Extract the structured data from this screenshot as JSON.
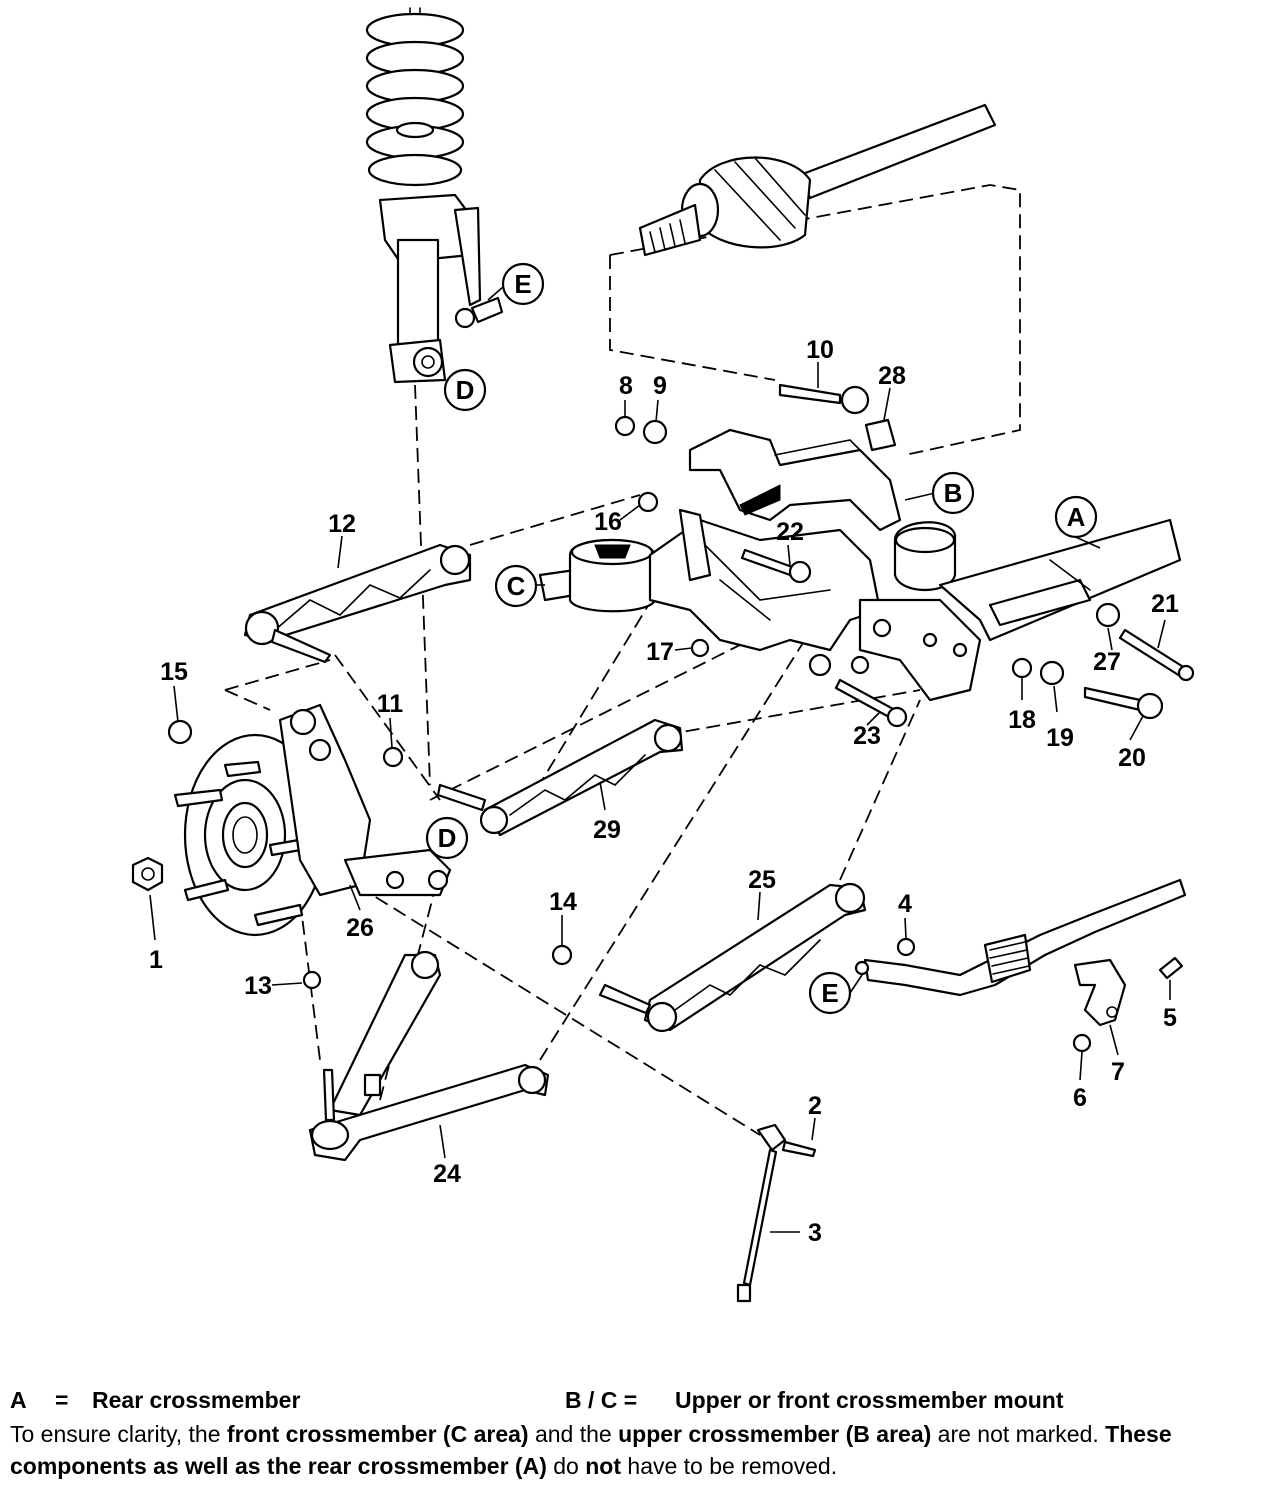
{
  "diagram": {
    "callouts": {
      "c1": "1",
      "c2": "2",
      "c3": "3",
      "c4": "4",
      "c5": "5",
      "c6": "6",
      "c7": "7",
      "c8": "8",
      "c9": "9",
      "c10": "10",
      "c11": "11",
      "c12": "12",
      "c13": "13",
      "c14": "14",
      "c15": "15",
      "c16": "16",
      "c17": "17",
      "c18": "18",
      "c19": "19",
      "c20": "20",
      "c21": "21",
      "c22": "22",
      "c23": "23",
      "c24": "24",
      "c25": "25",
      "c26": "26",
      "c27": "27",
      "c28": "28",
      "c29": "29"
    },
    "markers": {
      "A": "A",
      "B": "B",
      "C": "C",
      "D_top": "D",
      "D_mid": "D",
      "E_top": "E",
      "E_bottom": "E"
    }
  },
  "legend": {
    "a_key": "A",
    "a_eq": "=",
    "a_text": "Rear crossmember",
    "bc_key": "B / C =",
    "bc_text": "Upper or front crossmember mount",
    "note": {
      "p1": "To ensure clarity, the ",
      "b1": "front crossmember (C area)",
      "p2": " and the ",
      "b2": "upper crossmember (B area)",
      "p3": " are not marked. ",
      "b3": "These components as well as the rear crossmember (A)",
      "p4": " do ",
      "b4": "not",
      "p5": " have to be removed."
    }
  }
}
